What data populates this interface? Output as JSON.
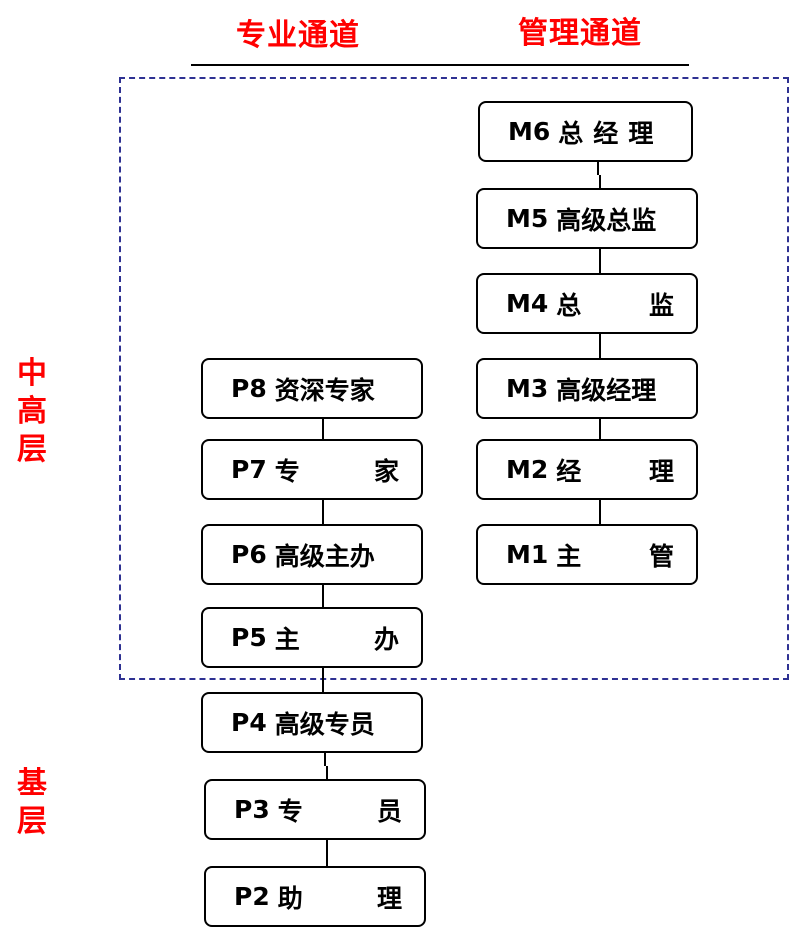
{
  "header": {
    "professional_channel": "专业通道",
    "management_channel": "管理通道"
  },
  "tiers": {
    "upper": [
      "中",
      "高",
      "层"
    ],
    "base": [
      "基",
      "层"
    ]
  },
  "colors": {
    "title_red": "#ff0000",
    "dashed_border": "#2e3192",
    "node_border": "#000000"
  },
  "management_track": [
    {
      "code": "M6",
      "parts": [
        "总",
        "经",
        "理"
      ],
      "label": "M6 总经理"
    },
    {
      "code": "M5",
      "parts": [
        "高级总监"
      ],
      "label": "M5 高级总监"
    },
    {
      "code": "M4",
      "parts": [
        "总",
        "监"
      ],
      "label": "M4 总监"
    },
    {
      "code": "M3",
      "parts": [
        "高级经理"
      ],
      "label": "M3 高级经理"
    },
    {
      "code": "M2",
      "parts": [
        "经",
        "理"
      ],
      "label": "M2 经理"
    },
    {
      "code": "M1",
      "parts": [
        "主",
        "管"
      ],
      "label": "M1 主管"
    }
  ],
  "professional_track": [
    {
      "code": "P8",
      "parts": [
        "资深专家"
      ],
      "label": "P8 资深专家"
    },
    {
      "code": "P7",
      "parts": [
        "专",
        "家"
      ],
      "label": "P7 专家"
    },
    {
      "code": "P6",
      "parts": [
        "高级主办"
      ],
      "label": "P6 高级主办"
    },
    {
      "code": "P5",
      "parts": [
        "主",
        "办"
      ],
      "label": "P5 主办"
    },
    {
      "code": "P4",
      "parts": [
        "高级专员"
      ],
      "label": "P4 高级专员"
    },
    {
      "code": "P3",
      "parts": [
        "专",
        "员"
      ],
      "label": "P3 专员"
    },
    {
      "code": "P2",
      "parts": [
        "助",
        "理"
      ],
      "label": "P2 助理"
    }
  ]
}
